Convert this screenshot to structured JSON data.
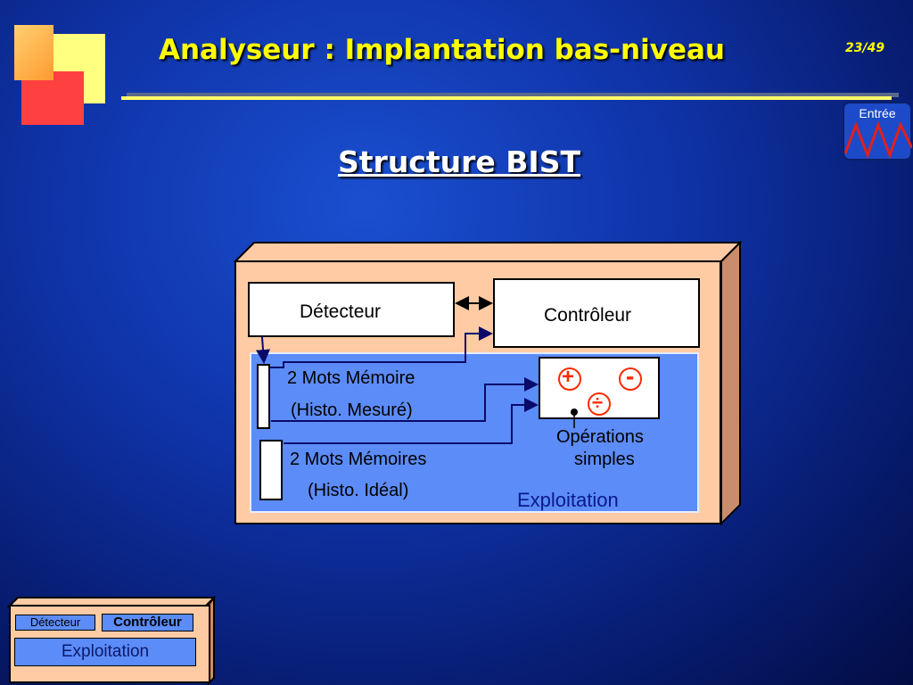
{
  "header": {
    "title": "Analyseur : Implantation bas-niveau",
    "page_number": "23/49"
  },
  "nav": {
    "entree_label": "Entrée"
  },
  "slide": {
    "subtitle": "Structure BIST"
  },
  "diagram": {
    "detecteur": "Détecteur",
    "controleur": "Contrôleur",
    "mots_memoire_1_line1": "2 Mots Mémoire",
    "mots_memoire_1_line2": "(Histo. Mesuré)",
    "mots_memoire_2_line1": "2 Mots Mémoires",
    "mots_memoire_2_line2": "(Histo. Idéal)",
    "operations_line1": "Opérations",
    "operations_line2": "simples",
    "exploitation": "Exploitation",
    "symbols": {
      "plus": "+",
      "minus": "-",
      "divide": "÷"
    }
  },
  "minimap": {
    "detecteur": "Détecteur",
    "controleur": "Contrôleur",
    "exploitation": "Exploitation"
  },
  "colors": {
    "title": "#ffff00",
    "outer_box": "#ffcba4",
    "exploitation_area": "#5c8cf8",
    "operators": "#ff2a00"
  }
}
